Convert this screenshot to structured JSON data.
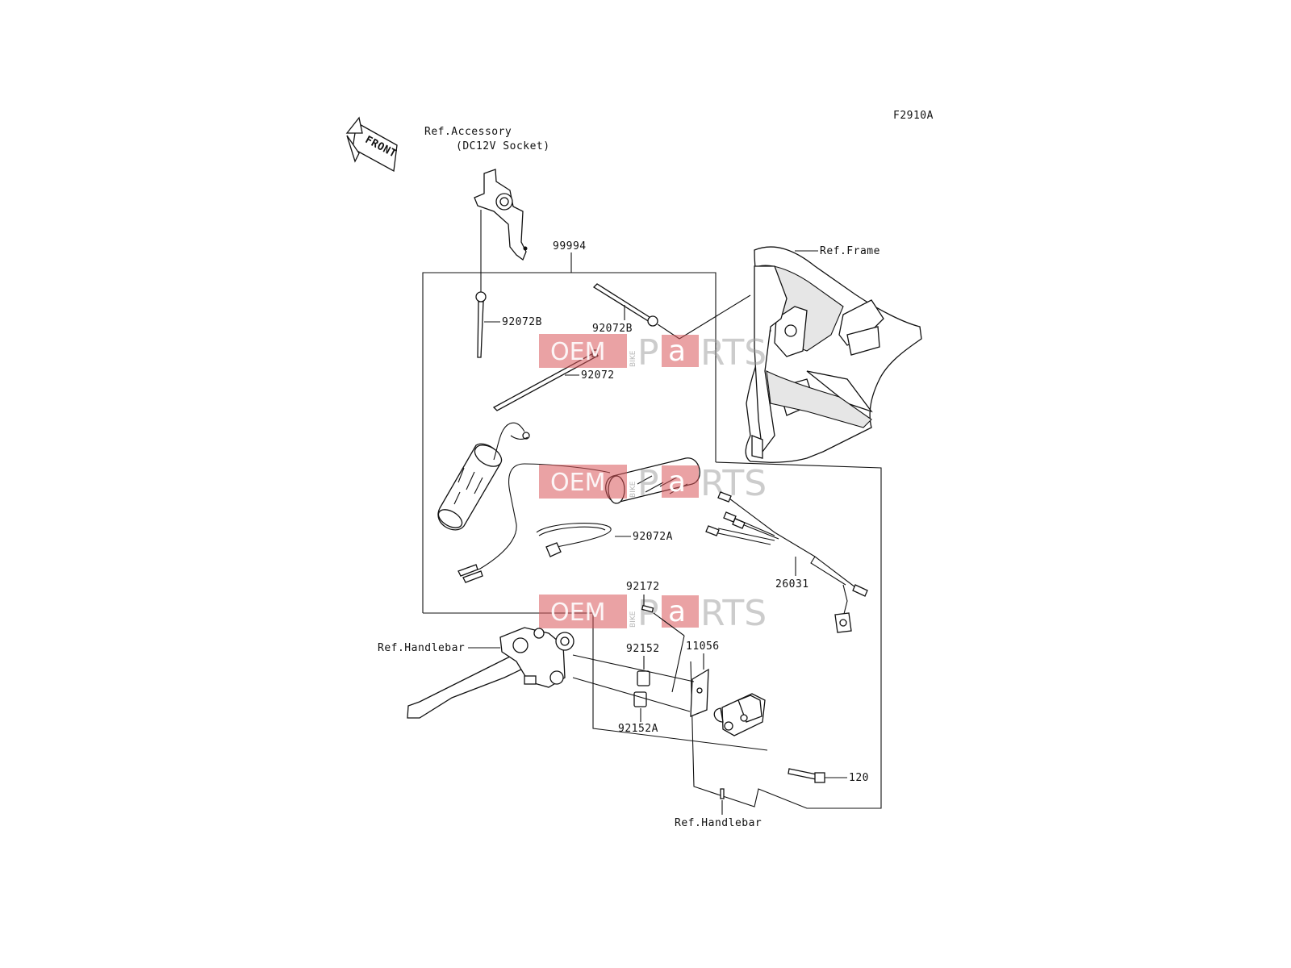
{
  "figure_code": "F2910A",
  "front_arrow": "FRONT",
  "refs": {
    "accessory_line1": "Ref.Accessory",
    "accessory_line2": "(DC12V Socket)",
    "frame": "Ref.Frame",
    "handlebar_left": "Ref.Handlebar",
    "handlebar_bottom": "Ref.Handlebar"
  },
  "parts": {
    "kit": "99994",
    "clamp_left": "92072B",
    "clamp_right": "92072B",
    "band": "92072",
    "band_a": "92072A",
    "harness": "26031",
    "screw": "92172",
    "collar": "92152",
    "collar_a": "92152A",
    "switch_bracket": "11056",
    "bolt": "120"
  },
  "watermark": {
    "oem": "OEM",
    "bike": "BIKE",
    "p": "P",
    "a": "a",
    "rts": "RTS"
  }
}
